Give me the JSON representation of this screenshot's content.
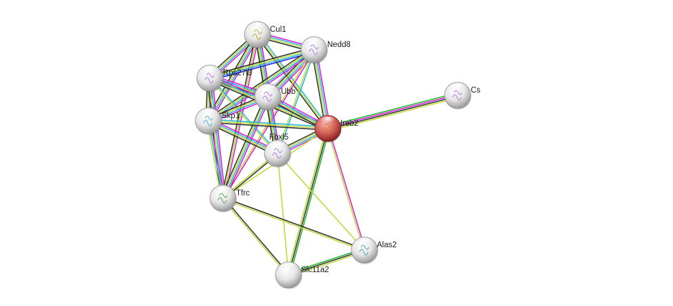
{
  "diagram": {
    "type": "protein-interaction-network",
    "background": "#ffffff",
    "edge_colors": {
      "experiments": "#d623d6",
      "databases": "#2ab8d9",
      "textmining": "#bfd93a",
      "coexpression": "#333333",
      "neighborhood": "#22b82c",
      "gene_fusion": "#2222e0",
      "homology": "#b0a0f0"
    },
    "nodes": [
      {
        "id": "Cul1",
        "label": "Cul1",
        "color": "#e8e8e8",
        "query": false
      },
      {
        "id": "Nedd8",
        "label": "Nedd8",
        "color": "#e8e8e8",
        "query": false
      },
      {
        "id": "Rps27l3",
        "label": "Rps27l3",
        "color": "#e8e8e8",
        "query": false
      },
      {
        "id": "Ubb",
        "label": "Ubb",
        "color": "#e8e8e8",
        "query": false
      },
      {
        "id": "Skp1",
        "label": "Skp1",
        "color": "#e8e8e8",
        "query": false
      },
      {
        "id": "Ireb2",
        "label": "Ireb2",
        "color": "#d65c5c",
        "query": true
      },
      {
        "id": "Fbxl5",
        "label": "Fbxl5",
        "color": "#e8e8e8",
        "query": false
      },
      {
        "id": "Tfrc",
        "label": "Tfrc",
        "color": "#e8e8e8",
        "query": false
      },
      {
        "id": "Alas2",
        "label": "Alas2",
        "color": "#e8e8e8",
        "query": false
      },
      {
        "id": "Slc11a2",
        "label": "Slc11a2",
        "color": "#e8e8e8",
        "query": false
      },
      {
        "id": "Cs",
        "label": "Cs",
        "color": "#e8e8e8",
        "query": false
      }
    ],
    "edges": [
      {
        "source": "Cul1",
        "target": "Nedd8",
        "evidence": [
          "experiments",
          "databases",
          "textmining",
          "coexpression"
        ]
      },
      {
        "source": "Cul1",
        "target": "Rps27l3",
        "evidence": [
          "experiments",
          "databases",
          "textmining",
          "coexpression"
        ]
      },
      {
        "source": "Cul1",
        "target": "Ubb",
        "evidence": [
          "experiments",
          "databases",
          "textmining",
          "coexpression"
        ]
      },
      {
        "source": "Cul1",
        "target": "Skp1",
        "evidence": [
          "experiments",
          "databases",
          "textmining",
          "coexpression"
        ]
      },
      {
        "source": "Cul1",
        "target": "Ireb2",
        "evidence": [
          "databases",
          "textmining",
          "coexpression"
        ]
      },
      {
        "source": "Cul1",
        "target": "Fbxl5",
        "evidence": [
          "experiments",
          "databases",
          "textmining",
          "coexpression"
        ]
      },
      {
        "source": "Cul1",
        "target": "Tfrc",
        "evidence": [
          "experiments",
          "textmining",
          "coexpression"
        ]
      },
      {
        "source": "Nedd8",
        "target": "Rps27l3",
        "evidence": [
          "gene_fusion",
          "databases",
          "textmining",
          "coexpression"
        ]
      },
      {
        "source": "Nedd8",
        "target": "Ubb",
        "evidence": [
          "experiments",
          "databases",
          "textmining",
          "coexpression",
          "homology"
        ]
      },
      {
        "source": "Nedd8",
        "target": "Skp1",
        "evidence": [
          "experiments",
          "databases",
          "textmining",
          "coexpression"
        ]
      },
      {
        "source": "Nedd8",
        "target": "Ireb2",
        "evidence": [
          "experiments",
          "databases",
          "textmining",
          "coexpression"
        ]
      },
      {
        "source": "Nedd8",
        "target": "Fbxl5",
        "evidence": [
          "databases",
          "textmining"
        ]
      },
      {
        "source": "Nedd8",
        "target": "Tfrc",
        "evidence": [
          "experiments",
          "textmining"
        ]
      },
      {
        "source": "Rps27l3",
        "target": "Ubb",
        "evidence": [
          "experiments",
          "databases",
          "textmining",
          "coexpression",
          "homology"
        ]
      },
      {
        "source": "Rps27l3",
        "target": "Skp1",
        "evidence": [
          "experiments",
          "databases",
          "textmining",
          "coexpression"
        ]
      },
      {
        "source": "Rps27l3",
        "target": "Ireb2",
        "evidence": [
          "experiments",
          "databases",
          "textmining",
          "coexpression"
        ]
      },
      {
        "source": "Rps27l3",
        "target": "Fbxl5",
        "evidence": [
          "databases",
          "textmining"
        ]
      },
      {
        "source": "Rps27l3",
        "target": "Tfrc",
        "evidence": [
          "experiments",
          "databases",
          "textmining",
          "coexpression"
        ]
      },
      {
        "source": "Ubb",
        "target": "Skp1",
        "evidence": [
          "experiments",
          "databases",
          "textmining",
          "coexpression"
        ]
      },
      {
        "source": "Ubb",
        "target": "Ireb2",
        "evidence": [
          "experiments",
          "databases",
          "textmining",
          "coexpression"
        ]
      },
      {
        "source": "Ubb",
        "target": "Fbxl5",
        "evidence": [
          "experiments",
          "databases",
          "textmining",
          "coexpression"
        ]
      },
      {
        "source": "Ubb",
        "target": "Tfrc",
        "evidence": [
          "experiments",
          "databases",
          "textmining",
          "coexpression"
        ]
      },
      {
        "source": "Skp1",
        "target": "Ireb2",
        "evidence": [
          "databases",
          "textmining",
          "coexpression"
        ]
      },
      {
        "source": "Skp1",
        "target": "Fbxl5",
        "evidence": [
          "experiments",
          "databases",
          "textmining",
          "coexpression"
        ]
      },
      {
        "source": "Skp1",
        "target": "Tfrc",
        "evidence": [
          "experiments",
          "databases",
          "textmining"
        ]
      },
      {
        "source": "Ireb2",
        "target": "Fbxl5",
        "evidence": [
          "experiments",
          "databases",
          "textmining",
          "coexpression"
        ]
      },
      {
        "source": "Ireb2",
        "target": "Cs",
        "evidence": [
          "neighborhood",
          "experiments",
          "coexpression",
          "textmining"
        ]
      },
      {
        "source": "Ireb2",
        "target": "Alas2",
        "evidence": [
          "experiments",
          "textmining"
        ]
      },
      {
        "source": "Ireb2",
        "target": "Slc11a2",
        "evidence": [
          "neighborhood",
          "coexpression",
          "textmining"
        ]
      },
      {
        "source": "Ireb2",
        "target": "Tfrc",
        "evidence": [
          "textmining"
        ]
      },
      {
        "source": "Fbxl5",
        "target": "Tfrc",
        "evidence": [
          "coexpression",
          "textmining"
        ]
      },
      {
        "source": "Fbxl5",
        "target": "Alas2",
        "evidence": [
          "textmining"
        ]
      },
      {
        "source": "Fbxl5",
        "target": "Slc11a2",
        "evidence": [
          "textmining"
        ]
      },
      {
        "source": "Tfrc",
        "target": "Alas2",
        "evidence": [
          "coexpression",
          "textmining"
        ]
      },
      {
        "source": "Tfrc",
        "target": "Slc11a2",
        "evidence": [
          "coexpression",
          "textmining"
        ]
      },
      {
        "source": "Slc11a2",
        "target": "Alas2",
        "evidence": [
          "neighborhood",
          "coexpression",
          "textmining"
        ]
      }
    ]
  }
}
